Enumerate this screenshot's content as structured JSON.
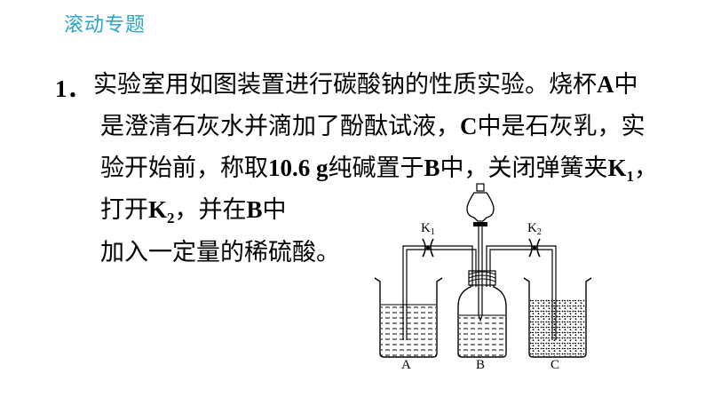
{
  "header": {
    "title": "滚动专题"
  },
  "problem": {
    "number": "1．",
    "line1": {
      "text": "实验室用如图装置进行碳酸钠的性质实验。烧杯",
      "A": "A",
      "tail": "中"
    },
    "line2": {
      "text1": "是澄清石灰水并滴加了酚酞试液，",
      "C": "C",
      "text2": "中是石灰乳，实"
    },
    "line3": {
      "text1": "验开始前，称取",
      "mass": "10.6 g",
      "text2": "纯碱置于",
      "B": "B",
      "text3": "中，关闭弹簧夹",
      "K": "K",
      "K_sub": "1",
      "end": "，"
    },
    "line4": {
      "text1": "打开",
      "K": "K",
      "K_sub": "2",
      "text2": "，并在",
      "B": "B",
      "text3": "中"
    },
    "line5": {
      "text": "加入一定量的稀硫酸。"
    }
  },
  "figure": {
    "labels": {
      "A": "A",
      "B": "B",
      "C": "C",
      "K1": "K",
      "K1_sub": "1",
      "K2": "K",
      "K2_sub": "2"
    }
  }
}
